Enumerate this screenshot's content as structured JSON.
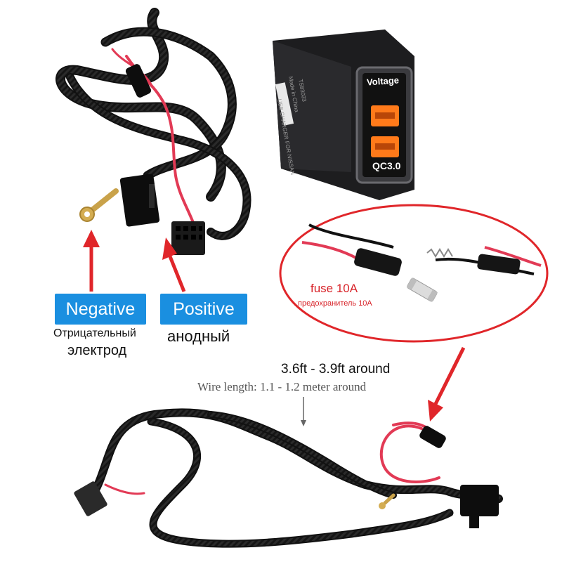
{
  "colors": {
    "badge_blue": "#1a8fe0",
    "arrow_red": "#e0262a",
    "fuse_text_red": "#d8242a",
    "cable_black": "#141414",
    "wire_red": "#e23a55",
    "display_orange": "#ff7a1a"
  },
  "socket": {
    "display_label": "Voltage",
    "qc_label": "QC3.0",
    "side_line1": "USB CHARGER FOR NISSAN",
    "side_line2": "Made in China",
    "side_line3": "TS83033"
  },
  "labels": {
    "negative_badge": "Negative",
    "positive_badge": "Positive",
    "negative_ru_line1": "Отрицательный",
    "negative_ru_line2": "электрод",
    "positive_ru": "анодный"
  },
  "fuse_callout": {
    "title": "fuse 10A",
    "subtitle_ru": "предохранитель 10А"
  },
  "wire_length": {
    "feet": "3.6ft - 3.9ft around",
    "meters": "Wire length: 1.1 - 1.2 meter around"
  }
}
